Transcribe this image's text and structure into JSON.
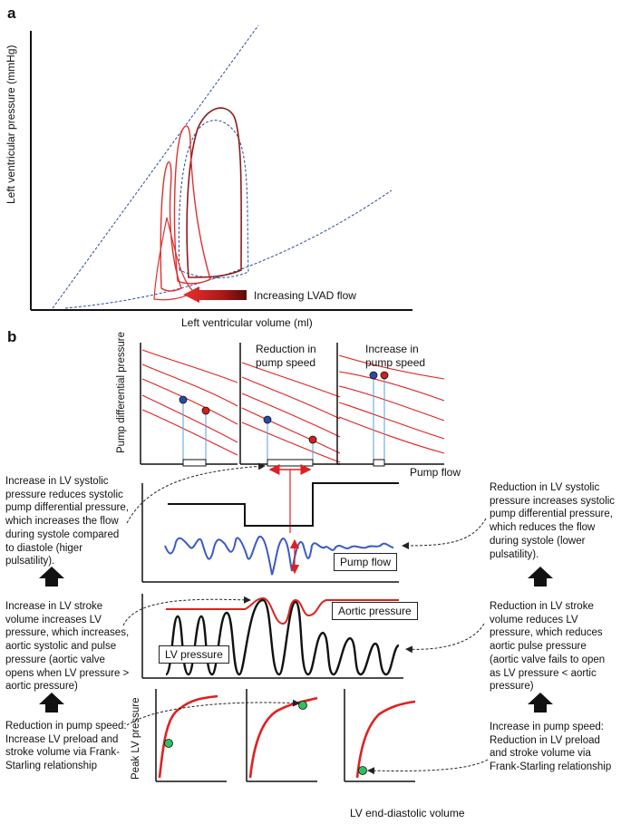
{
  "panel_a": {
    "label": "a",
    "ylabel": "Left ventricular pressure (mmHg)",
    "xlabel": "Left ventricular volume (ml)",
    "arrow_label": "Increasing LVAD flow"
  },
  "panel_b": {
    "label": "b",
    "pump_chart": {
      "ylabel": "Pump differential pressure",
      "xlabel": "Pump flow",
      "titles": [
        "",
        "Reduction in\npump speed",
        "Increase in\npump speed"
      ]
    },
    "flow_trace": {
      "label": "Pump flow"
    },
    "pressure_trace": {
      "aortic_label": "Aortic pressure",
      "lv_label": "LV pressure"
    },
    "starling": {
      "ylabel": "Peak LV pressure",
      "xlabel": "LV end-diastolic volume"
    },
    "left_notes": [
      "Increase in LV systolic pressure reduces systolic pump differential pressure, which increases the flow during systole compared to diastole (higer pulsatility).",
      "Increase in LV stroke volume increases LV pressure, which increases, aortic systolic and pulse pressure (aortic valve opens when LV pressure > aortic pressure)",
      "Reduction in pump speed: Increase LV preload and stroke volume via Frank-Starling relationship"
    ],
    "right_notes": [
      "Reduction in LV systolic pressure increases systolic pump differential pressure, which reduces the flow during systole (lower pulsatility).",
      "Reduction in LV stroke volume reduces LV pressure, which reduces aortic pulse pressure (aortic valve fails to open as LV pressure < aortic pressure)",
      "Increase in pump speed: Reduction in LV preload and stroke volume via Frank-Starling relationship"
    ]
  },
  "colors": {
    "loop_dark": "#8b1a1a",
    "loop_red": "#e03030",
    "curve_red": "#e02020",
    "guide_blue": "#2a4a9a",
    "dot_blue": "#2a4aa8",
    "dot_red": "#d02020",
    "dot_green": "#2ec060",
    "trace_blue": "#3a5ac8"
  }
}
